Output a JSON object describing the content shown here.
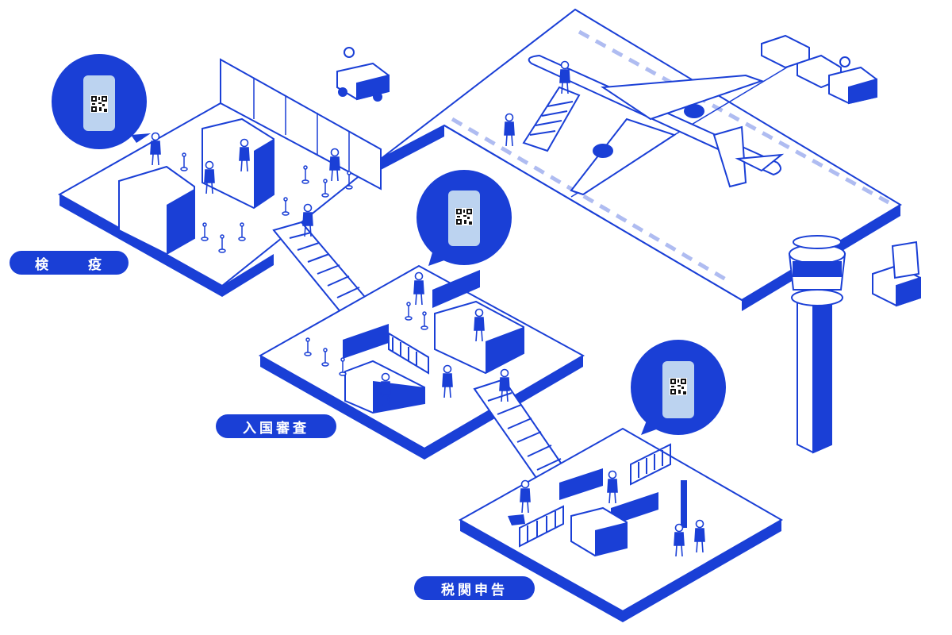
{
  "labels": {
    "quarantine": "検 疫",
    "immigration": "入国審査",
    "customs": "税関申告"
  },
  "colors": {
    "primary": "#1a3fd6",
    "phone_screen": "#bcd3f0",
    "background": "#ffffff"
  },
  "icons": [
    "qr-code-phone-icon",
    "airplane-icon",
    "control-tower-icon",
    "baggage-tractor-icon",
    "escalator-icon",
    "gate-icon"
  ]
}
